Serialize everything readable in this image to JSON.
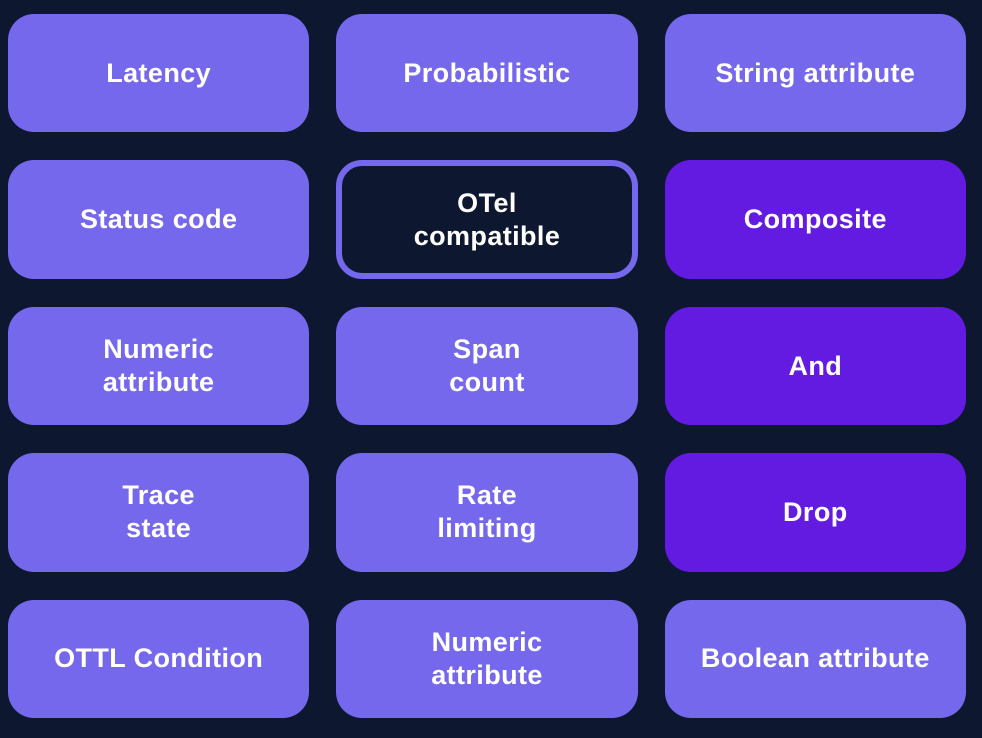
{
  "colors": {
    "background": "#0D1830",
    "card-light": "#7668EC",
    "card-vivid": "#631BE2",
    "outline-border": "#7668EC",
    "outline-bg": "#0D1830",
    "label-text": "#FFFFFF"
  },
  "cards": [
    {
      "label": "Latency",
      "variant": "light"
    },
    {
      "label": "Probabilistic",
      "variant": "light"
    },
    {
      "label": "String attribute",
      "variant": "light"
    },
    {
      "label": "Status code",
      "variant": "light"
    },
    {
      "label": "OTel\ncompatible",
      "variant": "outlined"
    },
    {
      "label": "Composite",
      "variant": "vivid"
    },
    {
      "label": "Numeric\nattribute",
      "variant": "light"
    },
    {
      "label": "Span\ncount",
      "variant": "light"
    },
    {
      "label": "And",
      "variant": "vivid"
    },
    {
      "label": "Trace\nstate",
      "variant": "light"
    },
    {
      "label": "Rate\nlimiting",
      "variant": "light"
    },
    {
      "label": "Drop",
      "variant": "vivid"
    },
    {
      "label": "OTTL Condition",
      "variant": "light"
    },
    {
      "label": "Numeric\nattribute",
      "variant": "light"
    },
    {
      "label": "Boolean attribute",
      "variant": "light"
    }
  ]
}
